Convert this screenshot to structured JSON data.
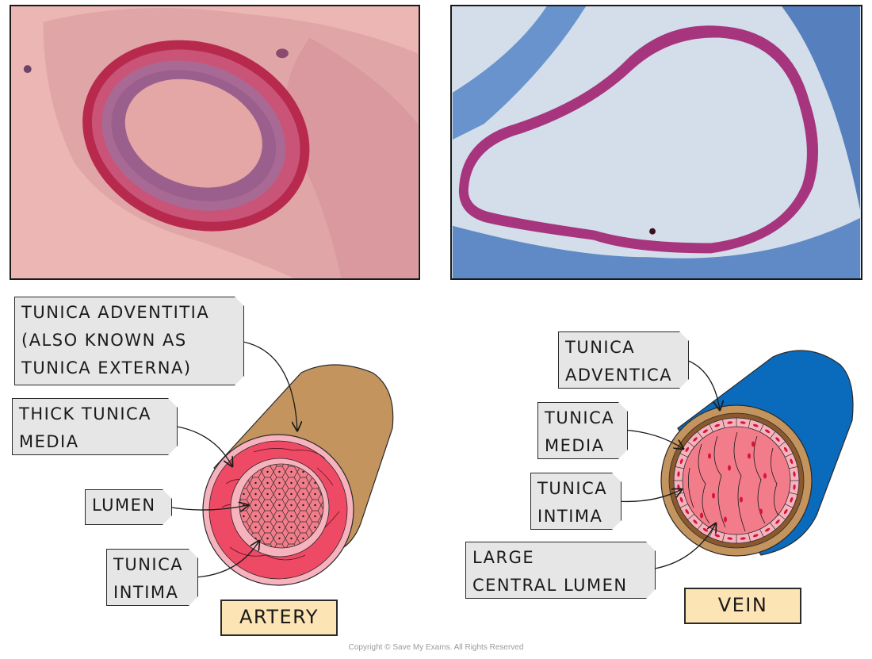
{
  "micrographs": {
    "artery": {
      "name": "artery-micrograph",
      "stain_color": "#b8294e",
      "background": "#ebb6b3"
    },
    "vein": {
      "name": "vein-micrograph",
      "stain_color": "#a6357e",
      "background": "#d3deea",
      "tissue_color": "#2f5fa6"
    }
  },
  "artery": {
    "title": "ARTERY",
    "labels": [
      {
        "id": "tunica-adventitia",
        "text": "TUNICA ADVENTITIA\n(ALSO KNOWN AS\nTUNICA EXTERNA)"
      },
      {
        "id": "thick-tunica-media",
        "text": "THICK TUNICA\nMEDIA"
      },
      {
        "id": "lumen",
        "text": "LUMEN"
      },
      {
        "id": "tunica-intima",
        "text": "TUNICA\nINTIMA"
      }
    ],
    "colors": {
      "outer": "#c4945f",
      "adventitia_ring": "#f7b3bd",
      "media": "#ee4a65",
      "intima_ring": "#f7b3bd",
      "lumen": "#f37c8a"
    }
  },
  "vein": {
    "title": "VEIN",
    "labels": [
      {
        "id": "tunica-adventica",
        "text": "TUNICA\nADVENTICA"
      },
      {
        "id": "tunica-media",
        "text": "TUNICA\nMEDIA"
      },
      {
        "id": "tunica-intima",
        "text": "TUNICA\nINTIMA"
      },
      {
        "id": "large-central-lumen",
        "text": "LARGE\nCENTRAL LUMEN"
      }
    ],
    "colors": {
      "outer": "#0a6bbd",
      "adventitia_ring": "#c4945f",
      "media": "#8a5a2e",
      "intima_ring": "#f7b3bd",
      "lumen": "#f37c8a",
      "cells": "#d8143a"
    }
  },
  "copyright": "Copyright © Save My Exams. All Rights Reserved"
}
